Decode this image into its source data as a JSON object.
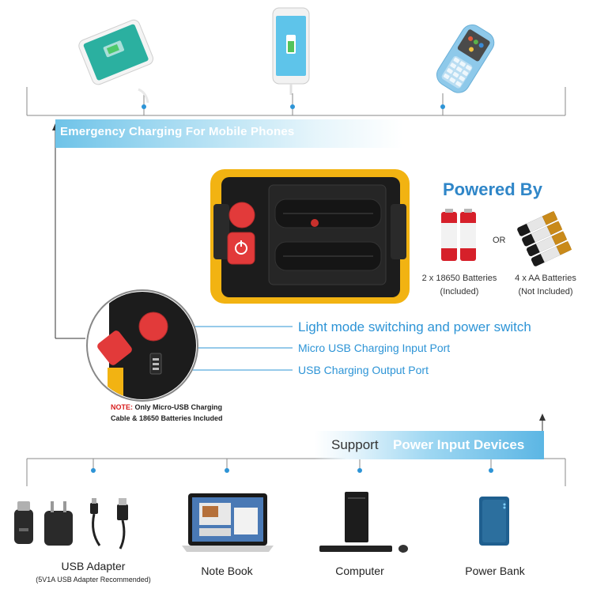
{
  "top_banner": {
    "title": "Emergency Charging For Mobile Phones"
  },
  "top_devices": [
    {
      "name": "smartphone-horizontal"
    },
    {
      "name": "smartphone-vertical"
    },
    {
      "name": "feature-phone"
    }
  ],
  "powered_by": {
    "title": "Powered By",
    "or_text": "OR",
    "options": [
      {
        "line1": "2 x 18650 Batteries",
        "line2": "(Included)"
      },
      {
        "line1": "4 x AA Batteries",
        "line2": "(Not Included)"
      }
    ]
  },
  "features": {
    "light_switch": "Light mode switching and power switch",
    "micro_usb": "Micro USB Charging Input Port",
    "usb_output": "USB Charging Output Port"
  },
  "note": {
    "label": "NOTE:",
    "text": "Only Micro-USB Charging Cable & 18650 Batteries Included"
  },
  "bottom_banner": {
    "prefix": "Support",
    "highlight": "Power Input Devices"
  },
  "input_devices": [
    {
      "label": "USB Adapter",
      "sub": "(5V1A USB Adapter Recommended)"
    },
    {
      "label": "Note Book",
      "sub": ""
    },
    {
      "label": "Computer",
      "sub": ""
    },
    {
      "label": "Power Bank",
      "sub": ""
    }
  ],
  "colors": {
    "accent_blue": "#2d94d6",
    "banner_blue": "#6ec3e8",
    "device_yellow": "#f2b312",
    "button_red": "#e23a3a"
  }
}
